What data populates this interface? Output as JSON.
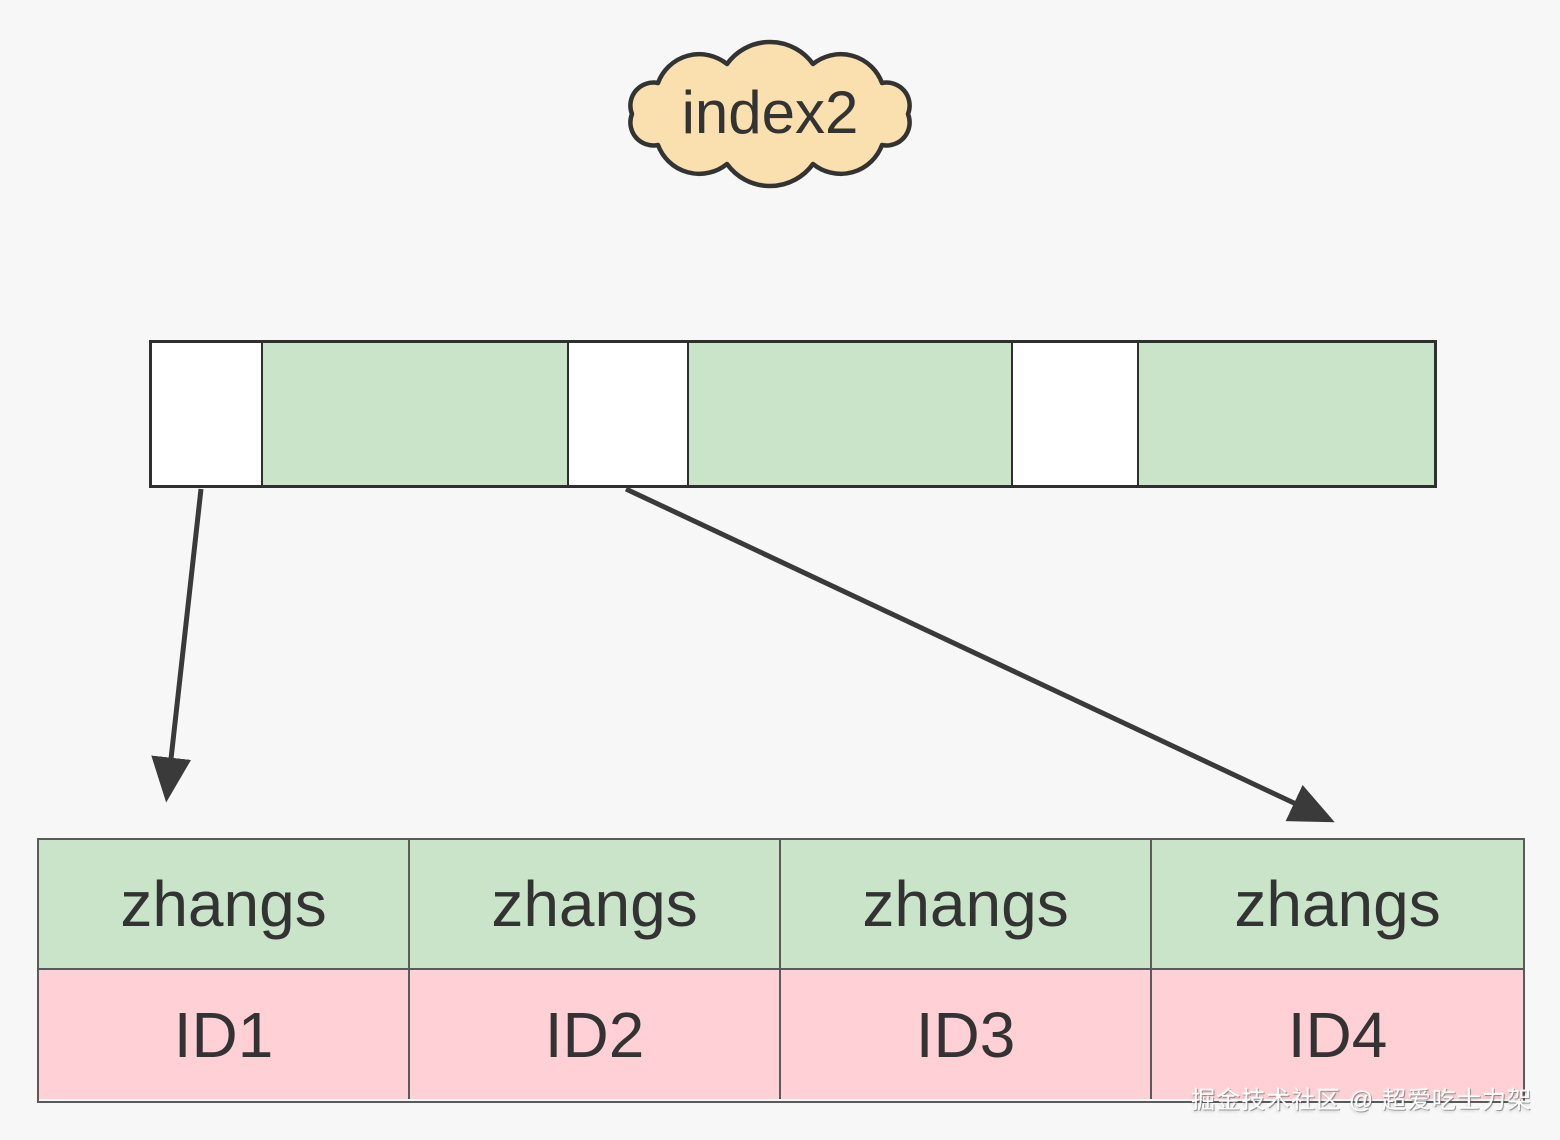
{
  "diagram": {
    "cloud_label": "index2",
    "index_bar": {
      "segments": [
        "free",
        "used",
        "free",
        "used",
        "free",
        "used"
      ]
    },
    "table": {
      "name_row": [
        "zhangs",
        "zhangs",
        "zhangs",
        "zhangs"
      ],
      "id_row": [
        "ID1",
        "ID2",
        "ID3",
        "ID4"
      ]
    },
    "watermark": "掘金技术社区 @ 超爱吃士力架"
  },
  "colors": {
    "background": "#f7f7f8",
    "cloud_fill": "#fbe0af",
    "cloud_stroke": "#333333",
    "bar_used_fill": "#c9e4c9",
    "bar_free_fill": "#ffffff",
    "bar_border": "#2f2f2f",
    "table_name_fill": "#c9e4c9",
    "table_id_fill": "#ffd0d5",
    "table_border": "#5a5a5a",
    "arrow_color": "#3a3a3a",
    "text_color": "#333333",
    "watermark_color": "#ffffff"
  }
}
